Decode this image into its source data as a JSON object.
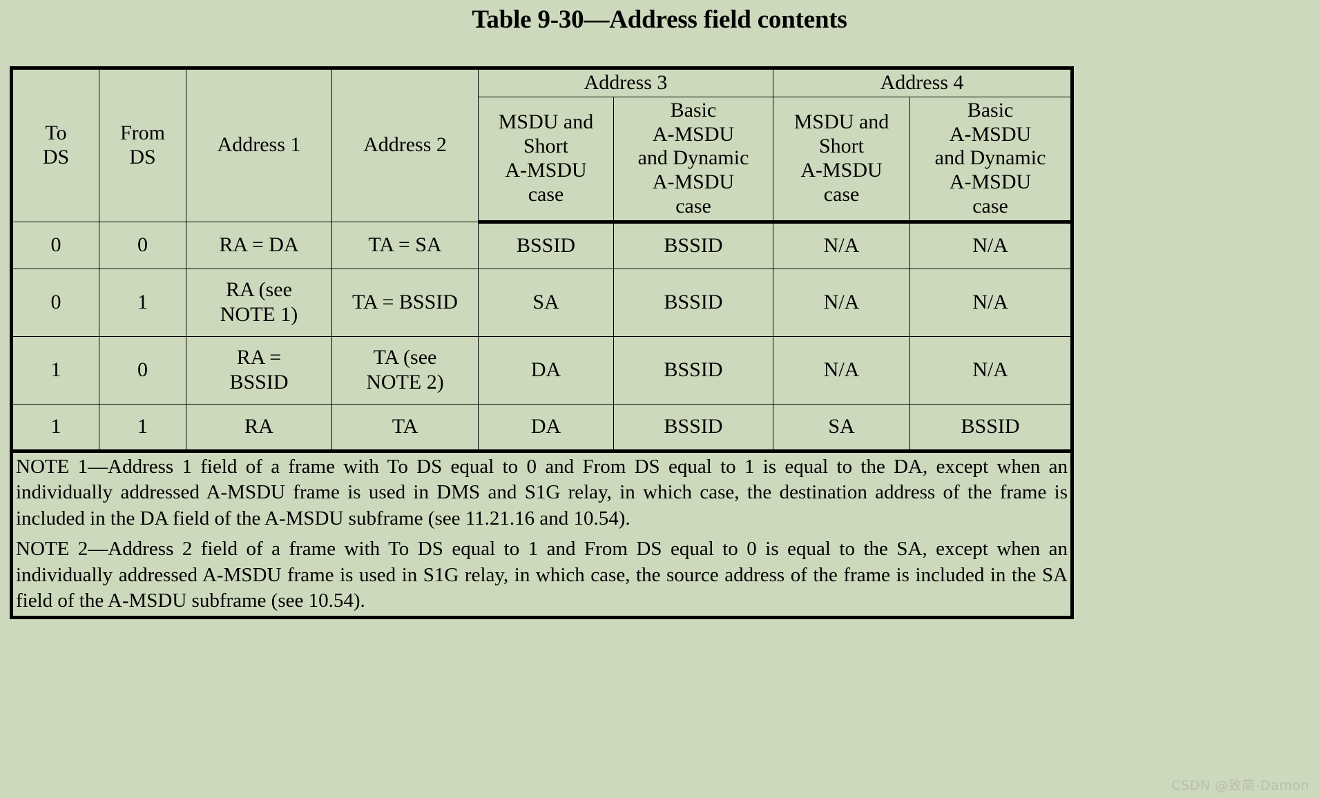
{
  "title": "Table 9-30—Address field contents",
  "table": {
    "headers": {
      "to_ds": "To\nDS",
      "to_ds_line1": "To",
      "to_ds_line2": "DS",
      "from_ds_line1": "From",
      "from_ds_line2": "DS",
      "address1": "Address 1",
      "address2": "Address 2",
      "address3_group": "Address 3",
      "address4_group": "Address 4",
      "msdu_short_case": "MSDU and\nShort\nA-MSDU\ncase",
      "basic_dynamic_case": "Basic\nA-MSDU\nand Dynamic\nA-MSDU\ncase"
    },
    "column_order": [
      "To DS",
      "From DS",
      "Address 1",
      "Address 2",
      "Address 3 — MSDU and Short A-MSDU case",
      "Address 3 — Basic A-MSDU and Dynamic A-MSDU case",
      "Address 4 — MSDU and Short A-MSDU case",
      "Address 4 — Basic A-MSDU and Dynamic A-MSDU case"
    ],
    "rows": [
      {
        "to_ds": "0",
        "from_ds": "0",
        "address1": "RA = DA",
        "address2": "TA = SA",
        "address3_msdu": "BSSID",
        "address3_basic": "BSSID",
        "address4_msdu": "N/A",
        "address4_basic": "N/A"
      },
      {
        "to_ds": "0",
        "from_ds": "1",
        "address1": "RA (see\nNOTE 1)",
        "address2": "TA = BSSID",
        "address3_msdu": "SA",
        "address3_basic": "BSSID",
        "address4_msdu": "N/A",
        "address4_basic": "N/A"
      },
      {
        "to_ds": "1",
        "from_ds": "0",
        "address1": "RA =\nBSSID",
        "address2": "TA (see\nNOTE 2)",
        "address3_msdu": "DA",
        "address3_basic": "BSSID",
        "address4_msdu": "N/A",
        "address4_basic": "N/A"
      },
      {
        "to_ds": "1",
        "from_ds": "1",
        "address1": "RA",
        "address2": "TA",
        "address3_msdu": "DA",
        "address3_basic": "BSSID",
        "address4_msdu": "SA",
        "address4_basic": "BSSID"
      }
    ],
    "notes": [
      "NOTE 1—Address 1 field of a frame with To DS equal to 0 and From DS equal to 1 is equal to the DA, except when an individually addressed A-MSDU frame is used in DMS and S1G relay, in which case, the destination address of the frame is included in the DA field of the A-MSDU subframe (see 11.21.16 and 10.54).",
      "NOTE 2—Address 2 field of a frame with To DS equal to 1 and From DS equal to 0 is equal to the SA, except when an individually addressed A-MSDU frame is used in S1G relay, in which case, the source address of the frame is included in the SA field of the A-MSDU subframe (see 10.54)."
    ]
  },
  "watermark": "CSDN @致简-Damon",
  "colors": {
    "background": "#cdd9bc",
    "border": "#000000",
    "text": "#000000",
    "watermark": "#b9bdb2"
  }
}
